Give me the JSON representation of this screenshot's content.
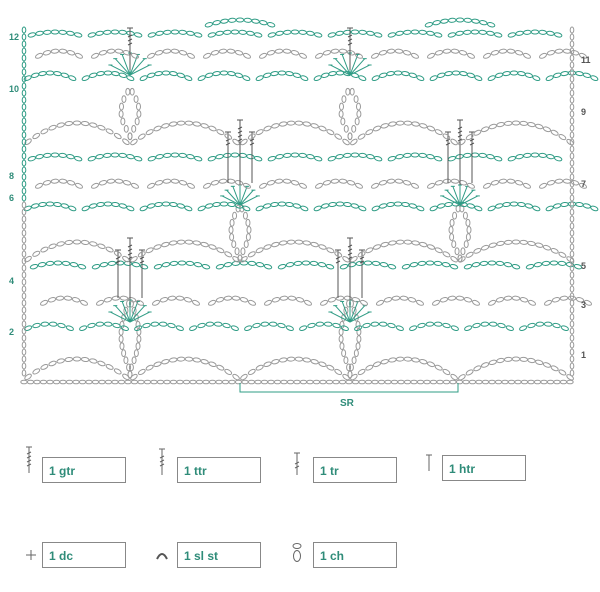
{
  "diagram": {
    "left_row_numbers": [
      "12",
      "10",
      "8",
      "6",
      "4",
      "2"
    ],
    "right_row_numbers": [
      "11",
      "9",
      "7",
      "5",
      "3",
      "1"
    ],
    "repeat_label": "SR",
    "colors": {
      "teal": "#2f9c85",
      "grey": "#9a9a9a",
      "dark": "#555555"
    }
  },
  "legend": [
    {
      "symbol": "gtr-icon",
      "label": "1 gtr"
    },
    {
      "symbol": "ttr-icon",
      "label": "1 ttr"
    },
    {
      "symbol": "tr-icon",
      "label": "1 tr"
    },
    {
      "symbol": "htr-icon",
      "label": "1 htr"
    },
    {
      "symbol": "dc-icon",
      "label": "1 dc"
    },
    {
      "symbol": "slst-icon",
      "label": "1 sl st"
    },
    {
      "symbol": "ch-icon",
      "label": "1 ch"
    }
  ]
}
